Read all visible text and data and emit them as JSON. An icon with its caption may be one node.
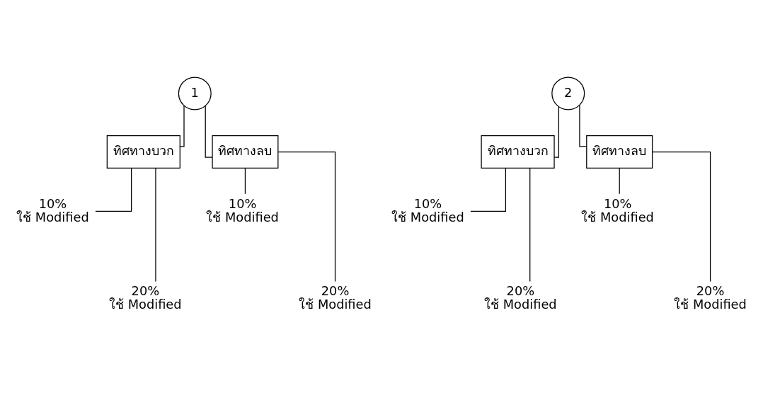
{
  "diagram": {
    "nodes": [
      {
        "text": [
          "1"
        ]
      },
      {
        "text": [
          "ทิศทางบวก"
        ]
      },
      {
        "text": [
          "ทิศทางลบ"
        ]
      },
      {
        "text": [
          "10%",
          "ใช้ Modified"
        ]
      },
      {
        "text": [
          "20%",
          "ใช้ Modified"
        ]
      },
      {
        "text": [
          "10%",
          "ใช้ Modified"
        ]
      },
      {
        "text": [
          "20%",
          "ใช้ Modified"
        ]
      },
      {
        "text": [
          "2"
        ]
      },
      {
        "text": [
          "ทิศทางบวก"
        ]
      },
      {
        "text": [
          "ทิศทางลบ"
        ]
      },
      {
        "text": [
          "10%",
          "ใช้ Modified"
        ]
      },
      {
        "text": [
          "20%",
          "ใช้ Modified"
        ]
      },
      {
        "text": [
          "10%",
          "ใช้ Modified"
        ]
      },
      {
        "text": [
          "20%",
          "ใช้ Modified"
        ]
      }
    ],
    "edges": [
      {
        "from": 0,
        "to": 1,
        "arrow": "none"
      },
      {
        "from": 0,
        "to": 2,
        "arrow": "none"
      },
      {
        "from": 1,
        "to": 3,
        "arrow": "none"
      },
      {
        "from": 1,
        "to": 4,
        "arrow": "none"
      },
      {
        "from": 2,
        "to": 5,
        "arrow": "none"
      },
      {
        "from": 2,
        "to": 6,
        "arrow": "none"
      },
      {
        "from": 7,
        "to": 8,
        "arrow": "none"
      },
      {
        "from": 7,
        "to": 9,
        "arrow": "none"
      },
      {
        "from": 8,
        "to": 10,
        "arrow": "none"
      },
      {
        "from": 8,
        "to": 11,
        "arrow": "none"
      },
      {
        "from": 9,
        "to": 12,
        "arrow": "none"
      },
      {
        "from": 9,
        "to": 13,
        "arrow": "none"
      }
    ]
  }
}
